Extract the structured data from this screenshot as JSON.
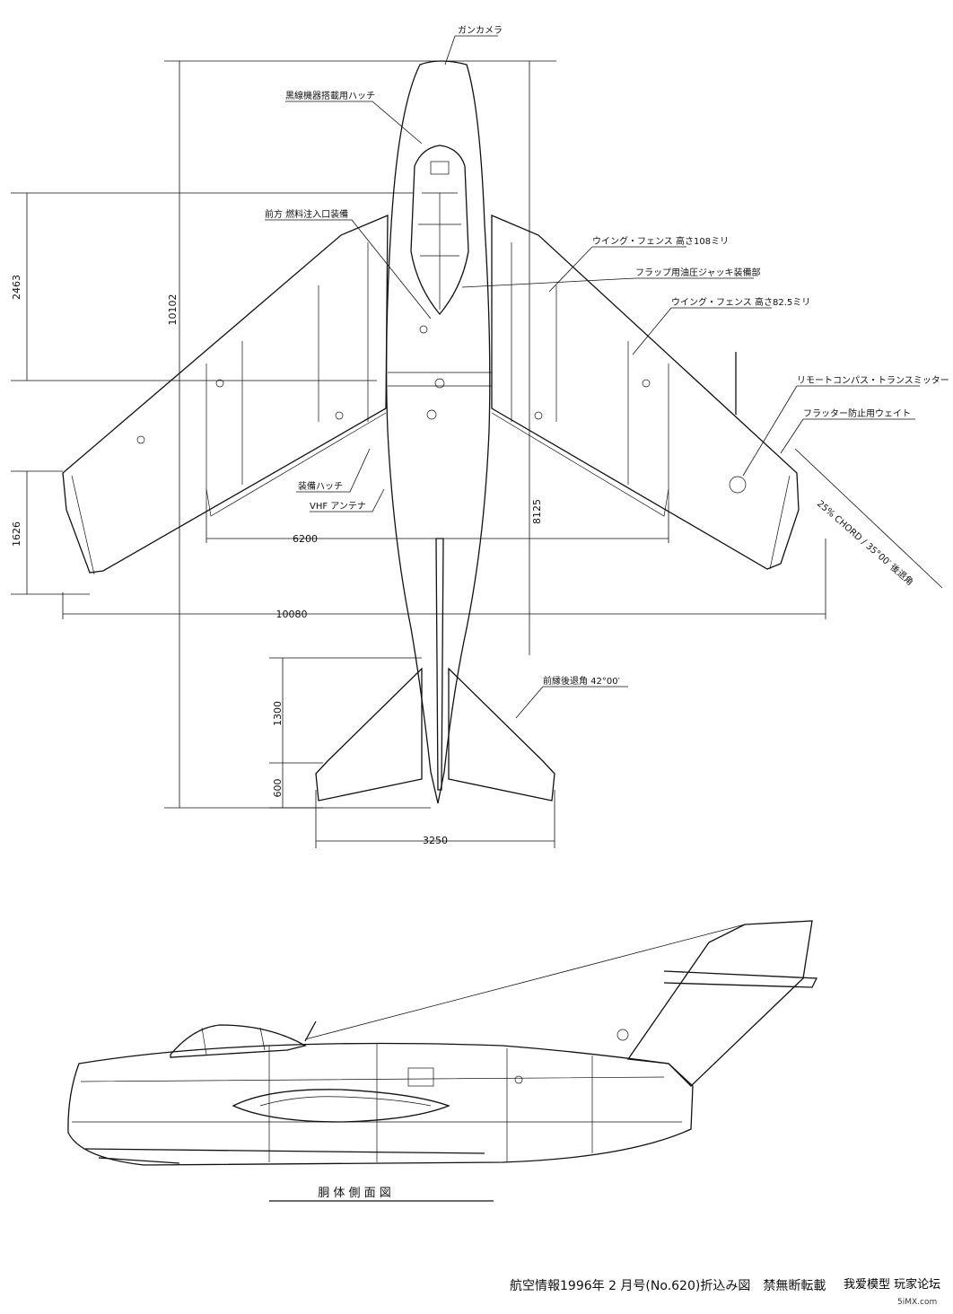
{
  "labels": {
    "gun_camera": "ガンカメラ",
    "hatch1": "黒線機器搭載用ハッチ",
    "fuel": "前方 燃料注入口装備",
    "fence108": "ウイング・フェンス 高さ108ミリ",
    "flap_jack": "フラップ用油圧ジャッキ装備部",
    "fence825": "ウイング・フェンス 高さ82.5ミリ",
    "remote": "リモートコンパス・トランスミッター",
    "flap_weight": "フラッター防止用ウェイト",
    "chord": "25% CHORD / 35°00′ 後退角",
    "hatch2": "装備ハッチ",
    "vhf": "VHF アンテナ",
    "tail_sweep": "前縁後退角 42°00′"
  },
  "dims": {
    "d2463": "2463",
    "d10102": "10102",
    "d1626": "1626",
    "d6200": "6200",
    "d8125": "8125",
    "d10080": "10080",
    "d1300": "1300",
    "d600": "600",
    "d3250": "3250"
  },
  "side_title": "胴 体 側 面 図",
  "footer": "航空情報1996年 2 月号(No.620)折込み図　禁無断転載",
  "watermark_site": "5iMX.com",
  "watermark_forum": "我爱模型 玩家论坛"
}
